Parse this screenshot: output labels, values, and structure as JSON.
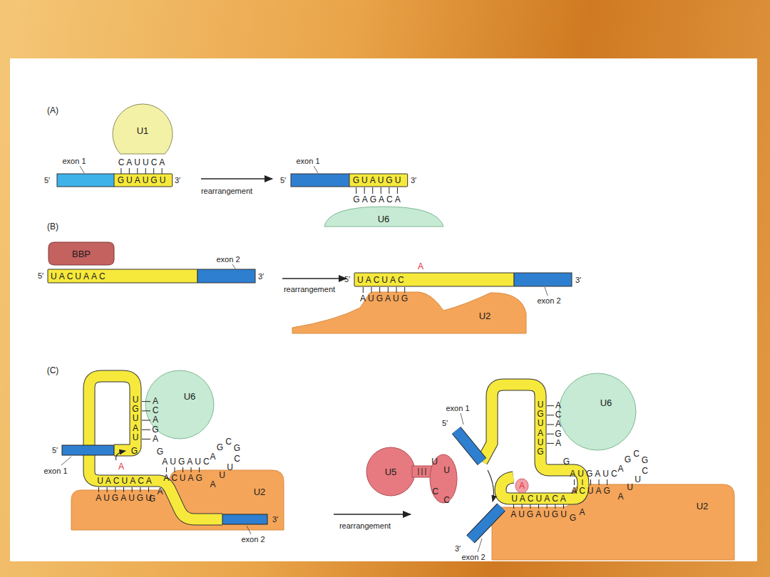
{
  "diagram": {
    "nodes": [
      {
        "text": [
          "U1"
        ]
      },
      {
        "text": [
          "GUAUGU"
        ]
      },
      {
        "text": [
          "GUAUGU"
        ]
      },
      {
        "text": [
          "U6"
        ]
      },
      {
        "text": [
          "BBP"
        ]
      },
      {
        "text": [
          "UACUAAC"
        ]
      },
      {
        "text": [
          "UACUAC"
        ]
      },
      {
        "text": [
          "U2"
        ]
      },
      {
        "text": [
          "U6"
        ]
      },
      {
        "text": [
          "U2"
        ]
      },
      {
        "text": [
          "U6"
        ]
      },
      {
        "text": [
          "U5"
        ]
      },
      {
        "text": [
          "U2"
        ]
      }
    ],
    "labels": [
      "(A)",
      "exon 1",
      "5′",
      "3′",
      "CAUUCA",
      "rearrangement",
      "exon 1",
      "5′",
      "3′",
      "GAGACA",
      "(B)",
      "5′",
      "exon 2",
      "3′",
      "rearrangement",
      "A",
      "5′",
      "3′",
      "AUGAUG",
      "exon 2",
      "(C)",
      "UGUAU",
      "ACAGA",
      "G",
      "G",
      "5′",
      "exon 1",
      "A",
      "UACUACA",
      "AUGAUGU",
      "G",
      "A",
      "AUGAUC",
      "ACUAG",
      "A",
      "G",
      "C",
      "G",
      "C",
      "U",
      "U",
      "A",
      "3′",
      "exon 2",
      "rearrangement",
      "exon 1",
      "5′",
      "U",
      "U",
      "C",
      "C",
      "UGUAUG",
      "ACAGA",
      "G",
      "A",
      "UACUACA",
      "AUGAUGU",
      "G",
      "A",
      "AUGAUC",
      "ACUAG",
      "A",
      "G",
      "C",
      "G",
      "C",
      "U",
      "U",
      "A",
      "3′",
      "exon 2"
    ]
  }
}
